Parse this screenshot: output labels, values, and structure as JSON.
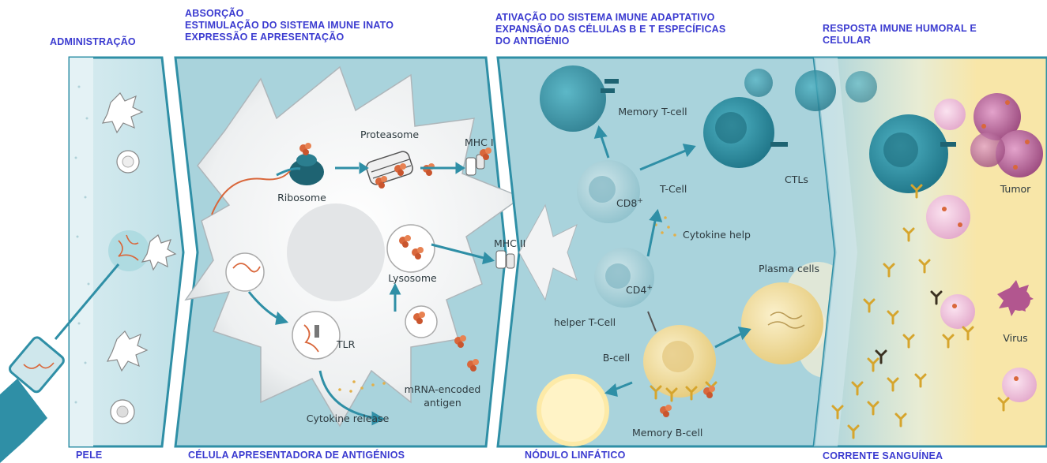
{
  "headers": {
    "administracao": "ADMINISTRAÇÃO",
    "absorcao": [
      "ABSORÇÃO",
      "ESTIMULAÇÃO DO SISTEMA IMUNE INATO",
      "EXPRESSÃO E APRESENTAÇÃO"
    ],
    "ativacao": [
      "ATIVAÇÃO DO SISTEMA IMUNE ADAPTATIVO",
      "EXPANSÃO DAS CÉLULAS B E T ESPECÍFICAS",
      "DO ANTIGÉNIO"
    ],
    "resposta": [
      "RESPOSTA IMUNE HUMORAL E",
      "CELULAR"
    ]
  },
  "footers": {
    "pele": "PELE",
    "celula": "CÉLULA APRESENTADORA DE ANTIGÉNIOS",
    "nodulo": "NÓDULO LINFÁTICO",
    "corrente": "CORRENTE SANGUÍNEA"
  },
  "labels": {
    "proteasome": "Proteasome",
    "mhc1": "MHC I",
    "ribosome": "Ribosome",
    "mhc2": "MHC II",
    "lysosome": "Lysosome",
    "tlr": "TLR",
    "mrna_line1": "mRNA-encoded",
    "mrna_line2": "antigen",
    "cytokine_release": "Cytokine release",
    "memory_tcell": "Memory T-cell",
    "ctls": "CTLs",
    "tcell": "T-Cell",
    "cd8": "CD8",
    "cd4": "CD4",
    "cd_sup": "+",
    "cytokine_help": "Cytokine help",
    "plasma_cells": "Plasma cells",
    "helper_tcell": "helper T-Cell",
    "bcell": "B-cell",
    "memory_bcell": "Memory B-cell",
    "tumor": "Tumor",
    "virus": "Virus"
  },
  "colors": {
    "header_text": "#3b3bd0",
    "panel_teal": "#a9d3dc",
    "panel_border": "#2f8fa6",
    "dark_teal_cell": "#2f8fa0",
    "blood_yellow": "#f8e6a8",
    "orange_protein": "#d9673b",
    "antibody_gold": "#d6a52d",
    "virus_magenta": "#b2568f"
  }
}
